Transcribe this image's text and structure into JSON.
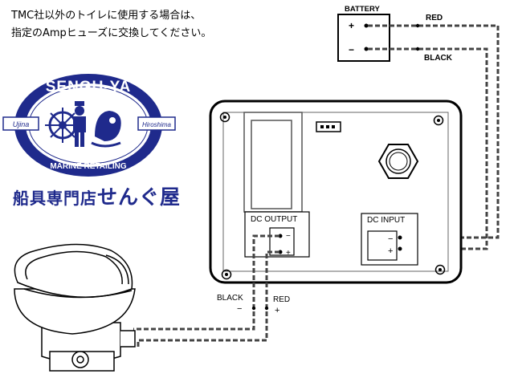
{
  "notes": {
    "line1": "TMC社以外のトイレに使用する場合は、",
    "line2": "指定のAmpヒューズに交換してください。"
  },
  "logo": {
    "name": "SENGU-YA",
    "left_place": "Ujina",
    "right_place": "Hiroshima",
    "tagline": "MARINE RETAILING",
    "colors": {
      "navy": "#1f2a8c",
      "white": "#ffffff"
    }
  },
  "shop": {
    "prefix": "船具専門店",
    "name": "せんぐ屋"
  },
  "battery": {
    "label": "BATTERY",
    "plus": "+",
    "minus": "−"
  },
  "battery_wires": {
    "red": "RED",
    "black": "BLACK"
  },
  "controller": {
    "output_label": "DC OUTPUT",
    "output_minus": "−",
    "output_plus": "+",
    "input_label": "DC INPUT",
    "input_minus": "−",
    "input_plus": "+"
  },
  "toilet_wires": {
    "black": "BLACK",
    "black_sign": "−",
    "red": "RED",
    "red_sign": "+"
  }
}
